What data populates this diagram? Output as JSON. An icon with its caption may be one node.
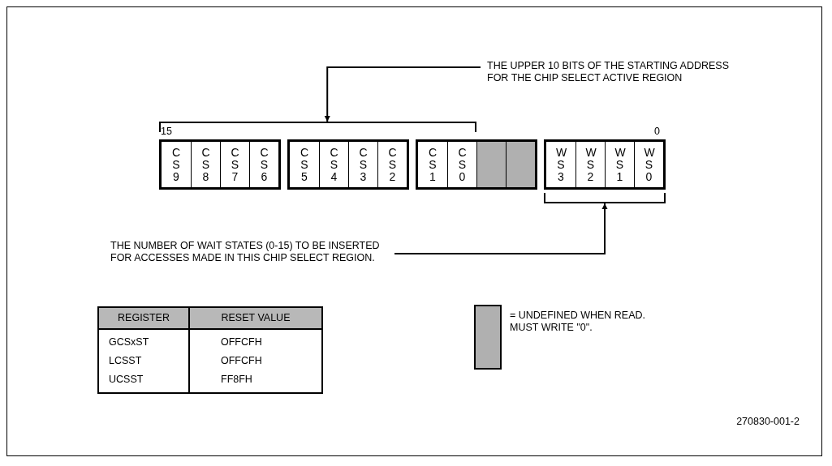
{
  "diagram": {
    "nodes": [
      {
        "text": [
          "THE UPPER 10 BITS OF THE STARTING ADDRESS FOR THE CHIP SELECT ACTIVE REGION"
        ]
      },
      {
        "text": [],
        "shape": "bracket"
      },
      {
        "text": [],
        "shape": "box"
      },
      {
        "text": [
          "C S 9"
        ],
        "in": 2
      },
      {
        "text": [
          "C S 8"
        ],
        "in": 2
      },
      {
        "text": [
          "C S 7"
        ],
        "in": 2
      },
      {
        "text": [
          "C S 6"
        ],
        "in": 2
      },
      {
        "text": [],
        "shape": "box"
      },
      {
        "text": [
          "C S 5"
        ],
        "in": 7
      },
      {
        "text": [
          "C S 4"
        ],
        "in": 7
      },
      {
        "text": [
          "C S 3"
        ],
        "in": 7
      },
      {
        "text": [
          "C S 2"
        ],
        "in": 7
      },
      {
        "text": [],
        "shape": "box"
      },
      {
        "text": [
          "C S 1"
        ],
        "in": 12
      },
      {
        "text": [
          "C S 0"
        ],
        "in": 12
      },
      {
        "text": [],
        "shape": "box",
        "in": 12
      },
      {
        "text": [],
        "shape": "box",
        "in": 12
      },
      {
        "text": [],
        "shape": "box"
      },
      {
        "text": [
          "W S 3"
        ],
        "in": 17
      },
      {
        "text": [
          "W S 2"
        ],
        "in": 17
      },
      {
        "text": [
          "W S 1"
        ],
        "in": 17
      },
      {
        "text": [
          "W S 0"
        ],
        "in": 17
      },
      {
        "text": [],
        "shape": "bracket"
      },
      {
        "text": [
          "THE NUMBER OF WAIT STATES (0-15) TO BE INSERTED FOR ACCESSES MADE IN THIS CHIP SELECT REGION."
        ]
      }
    ],
    "edges": [
      {
        "from": 0,
        "to": 1,
        "arrow": "to"
      },
      {
        "from": 23,
        "to": 22,
        "arrow": "to"
      }
    ],
    "labels": [
      "15",
      "0",
      "REGISTER",
      "RESET VALUE",
      "GCSxST",
      "OFFCFH",
      "LCSST",
      "OFFCFH",
      "UCSST",
      "FF8FH",
      "270830-001-2"
    ],
    "legend": [
      {
        "text": "= UNDEFINED WHEN READ. MUST WRITE \"0\".",
        "color": "#b0b0b0"
      }
    ]
  }
}
